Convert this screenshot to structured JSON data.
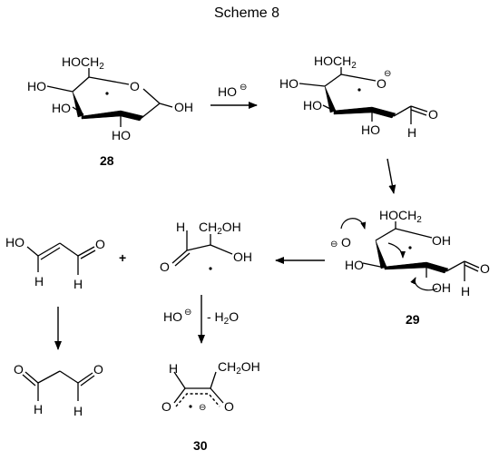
{
  "scheme": {
    "title": "Scheme 8",
    "reagents": {
      "step1": "HO",
      "step_bottom_base": "HO",
      "step_bottom_loss": "- H",
      "step_bottom_loss_sub": "2",
      "step_bottom_loss_end": "O"
    },
    "plus": "+",
    "charge_minus": "⊖",
    "compounds": {
      "c28": {
        "number": "28",
        "hoch2": "HOCH",
        "hoch2_sub": "2",
        "o_ring": "O",
        "ho_left": "HO",
        "ho_mid": "HO",
        "ho_bottom": "HO",
        "oh_right": "OH"
      },
      "open_chain": {
        "hoch2": "HOCH",
        "hoch2_sub": "2",
        "o_minus": "O",
        "ho_left": "HO",
        "ho_mid": "HO",
        "ho_bottom": "HO",
        "o_ald": "O",
        "h_ald": "H"
      },
      "c29": {
        "number": "29",
        "hoch2": "HOCH",
        "hoch2_sub": "2",
        "o_minus": "O",
        "oh_top": "OH",
        "ho_left": "HO",
        "oh_bottom": "OH",
        "o_ald": "O",
        "h_ald": "H"
      },
      "enol": {
        "ho": "HO",
        "h1": "H",
        "h2": "H",
        "o": "O"
      },
      "malondialdehyde": {
        "o_left": "O",
        "o_right": "O",
        "h_left": "H",
        "h_right": "H"
      },
      "fragment": {
        "h": "H",
        "ch2oh": "CH",
        "ch2oh_sub": "2",
        "ch2oh_end": "OH",
        "oh": "OH",
        "o": "O"
      },
      "c30": {
        "number": "30",
        "h": "H",
        "ch2oh": "CH",
        "ch2oh_sub": "2",
        "ch2oh_end": "OH",
        "o_left": "O",
        "o_right": "O"
      }
    }
  }
}
